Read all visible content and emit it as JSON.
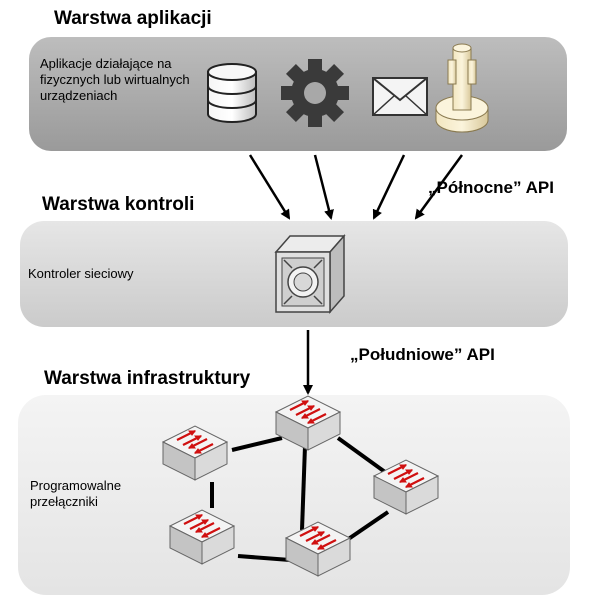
{
  "app_layer": {
    "title": "Warstwa aplikacji",
    "description": "Aplikacje działające na fizycznych lub wirtualnych urządzeniach",
    "icons": [
      "database-icon",
      "gear-icon",
      "envelope-icon",
      "tool-icon"
    ]
  },
  "control_layer": {
    "title": "Warstwa kontroli",
    "description": "Kontroler sieciowy",
    "icons": [
      "network-controller-icon"
    ]
  },
  "infra_layer": {
    "title": "Warstwa infrastruktury",
    "description": "Programowalne przełączniki",
    "icons": [
      "network-switch-icon"
    ]
  },
  "api": {
    "northbound": "„Północne” API",
    "southbound": "„Południowe” API"
  },
  "colors": {
    "app_panel": "#a8a8a8",
    "control_panel": "#d4d4d4",
    "infra_panel": "#ececec",
    "switch_arrow": "#d01010"
  }
}
